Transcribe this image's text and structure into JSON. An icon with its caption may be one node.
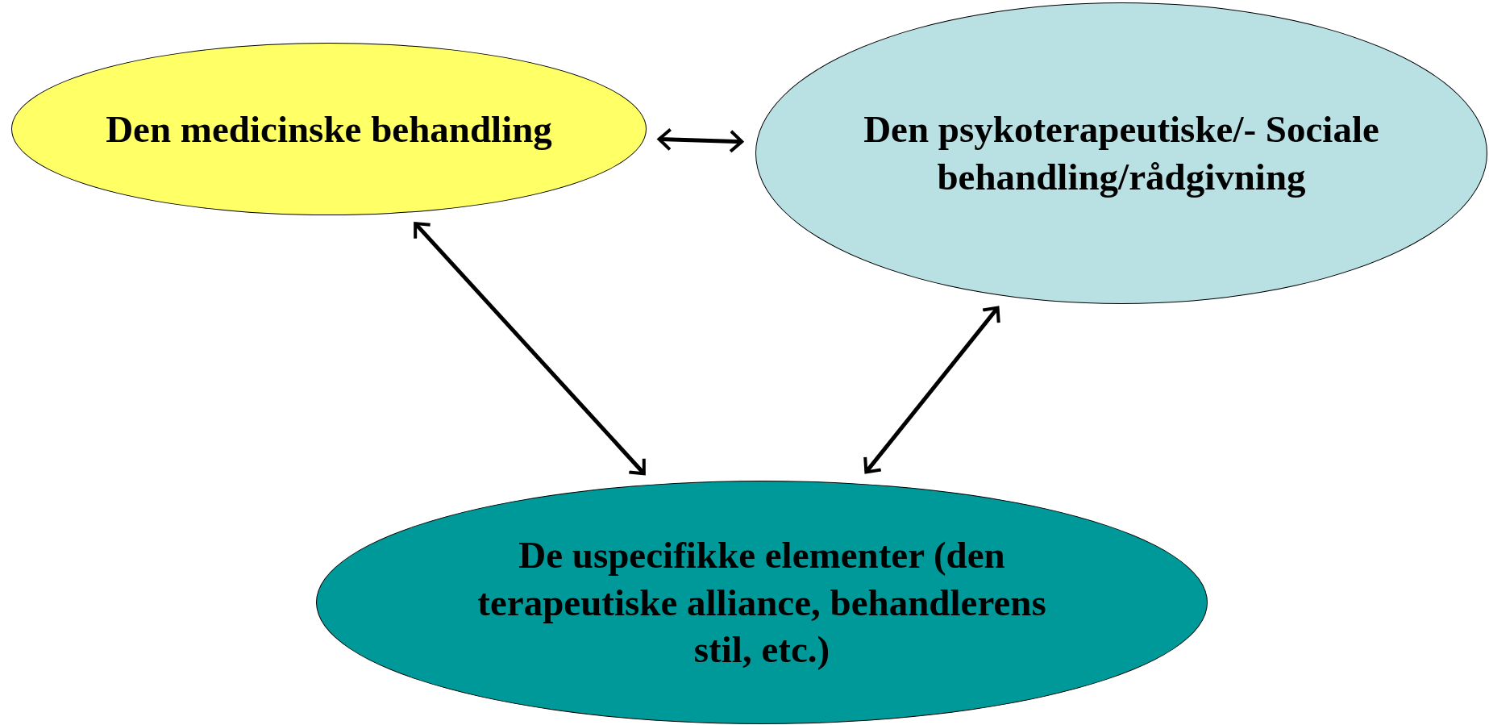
{
  "diagram": {
    "nodes": [
      {
        "text": [
          "Den medicinske behandling"
        ]
      },
      {
        "text": [
          "Den psykoterapeutiske/- Sociale behandling/rådgivning"
        ]
      },
      {
        "text": [
          "De uspecifikke elementer (den terapeutiske alliance, behandlerens stil, etc.)"
        ]
      }
    ],
    "edges": [
      {
        "from": 0,
        "to": 1,
        "arrow": "both"
      },
      {
        "from": 0,
        "to": 2,
        "arrow": "both"
      },
      {
        "from": 2,
        "to": 1,
        "arrow": "both"
      }
    ]
  }
}
